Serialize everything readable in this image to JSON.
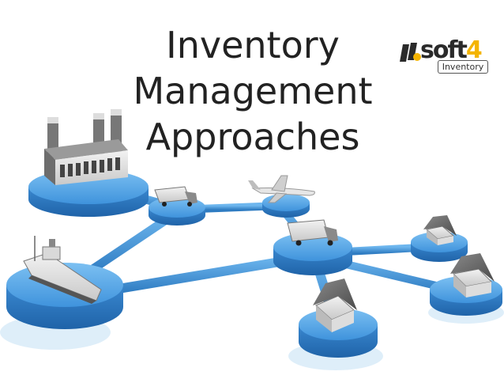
{
  "title": {
    "line1": "Inventory",
    "line2": "Management",
    "line3": "Approaches"
  },
  "logo": {
    "brand": "soft",
    "digit": "4",
    "subtitle": "Inventory"
  },
  "colors": {
    "platform": "#4a9ee0",
    "platform_dark": "#2f7cc2",
    "connector": "#3d8fd6",
    "logo_accent": "#f4b400"
  },
  "icons": [
    "factory-icon",
    "truck-icon",
    "airplane-icon",
    "ship-icon",
    "house-icon",
    "gear-icon"
  ]
}
